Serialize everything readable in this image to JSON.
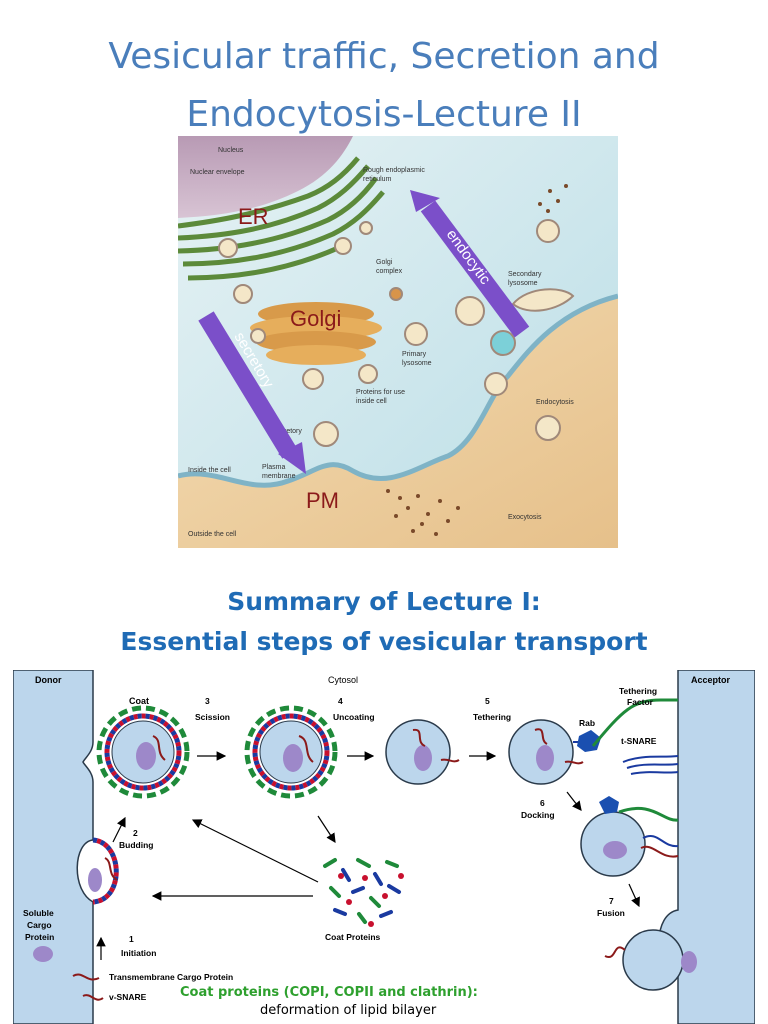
{
  "title": {
    "line1": "Vesicular traffic, Secretion and",
    "line2": "Endocytosis-Lecture II"
  },
  "figure1": {
    "labels": {
      "nucleus": "Nucleus",
      "nuclear_envelope": "Nuclear envelope",
      "rough_er": "Rough endoplasmic",
      "rough_er2": "reticulum",
      "golgi_complex": "Golgi",
      "golgi_complex2": "complex",
      "secondary_lysosome": "Secondary",
      "secondary_lysosome2": "lysosome",
      "primary_lysosome": "Primary",
      "primary_lysosome2": "lysosome",
      "proteins_inside": "Proteins for use",
      "proteins_inside2": "inside cell",
      "endocytosis": "Endocytosis",
      "secretory_small": "retory",
      "inside_cell": "Inside the cell",
      "plasma_membrane": "Plasma",
      "plasma_membrane2": "membrane",
      "exocytosis": "Exocytosis",
      "outside_cell": "Outside the cell"
    },
    "big_labels": {
      "er": "ER",
      "golgi": "Golgi",
      "pm": "PM"
    },
    "arrows": {
      "secretory": "secretory",
      "endocytic": "endocytic"
    }
  },
  "subtitle": {
    "line1": "Summary of Lecture I:",
    "line2": "Essential steps of vesicular transport"
  },
  "figure2": {
    "donor": "Donor",
    "cytosol": "Cytosol",
    "acceptor": "Acceptor",
    "coat": "Coat",
    "steps": {
      "s1": "Initiation",
      "n1": "1",
      "s2": "Budding",
      "n2": "2",
      "s3": "Scission",
      "n3": "3",
      "s4": "Uncoating",
      "n4": "4",
      "s5": "Tethering",
      "n5": "5",
      "s6": "Docking",
      "n6": "6",
      "s7": "Fusion",
      "n7": "7"
    },
    "tethering_factor1": "Tethering",
    "tethering_factor2": "Factor",
    "rab": "Rab",
    "t_snare": "t-SNARE",
    "coat_proteins": "Coat Proteins",
    "soluble1": "Soluble",
    "soluble2": "Cargo",
    "soluble3": "Protein",
    "tm_cargo": "Transmembrane Cargo Protein",
    "v_snare": "v-SNARE"
  },
  "caption": {
    "green": "Coat proteins (COPI, COPII and clathrin):",
    "black": "deformation of lipid bilayer"
  },
  "colors": {
    "title": "#4a7ebb",
    "subtitle": "#1f6bb5",
    "arrow_purple": "#7b4fc9",
    "big_label": "#8b1a1a",
    "membrane_blue": "#bcd6ec"
  }
}
